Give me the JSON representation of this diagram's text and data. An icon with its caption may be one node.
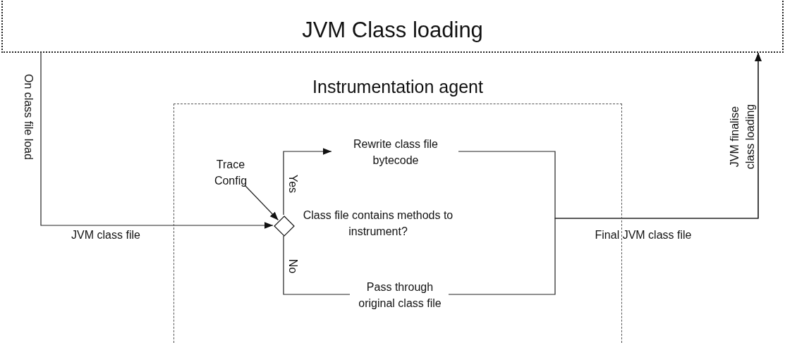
{
  "diagram": {
    "nodes": [
      {
        "text": [
          "JVM Class loading"
        ]
      },
      {
        "text": [
          "Instrumentation agent"
        ]
      },
      {
        "text": [
          "Trace Config"
        ],
        "in": 1
      },
      {
        "text": [],
        "shape": "diamond",
        "in": 1,
        "beside": [
          "Class file contains methods to instrument?"
        ]
      },
      {
        "text": [
          "Rewrite class file bytecode"
        ],
        "in": 1
      },
      {
        "text": [
          "Pass through original class file"
        ],
        "in": 1
      }
    ],
    "edges": [
      {
        "from": 0,
        "to": 3,
        "arrow": "to",
        "label": "JVM class file"
      },
      {
        "from": 2,
        "to": 3,
        "arrow": "to"
      },
      {
        "from": 3,
        "to": 4,
        "arrow": "to",
        "label": "Yes"
      },
      {
        "from": 3,
        "to": 5,
        "arrow": "none",
        "label": "No"
      },
      {
        "from": 4,
        "to": 0,
        "arrow": "to"
      },
      {
        "from": 5,
        "to": 0,
        "arrow": "to"
      }
    ],
    "labels": [
      "On class file load",
      "Final JVM class file",
      "JVM finalise class loading"
    ]
  }
}
